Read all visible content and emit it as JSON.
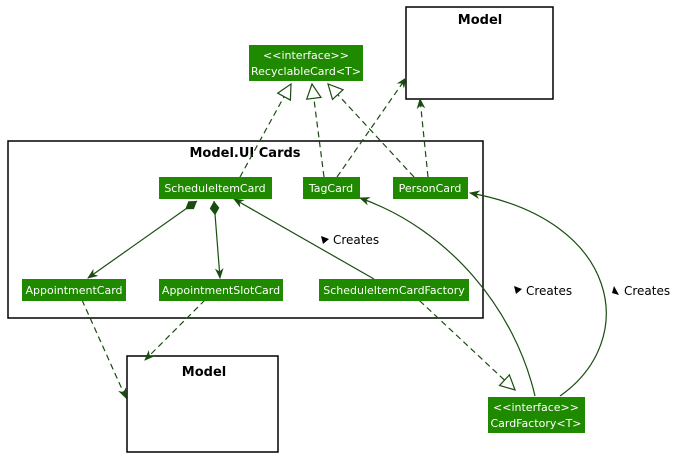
{
  "packages": {
    "model_top": "Model",
    "model_ui_cards": "Model.UI Cards",
    "model_bottom": "Model"
  },
  "nodes": {
    "recyclable_card": [
      "<<interface>>",
      "RecyclableCard<T>"
    ],
    "schedule_item_card": "ScheduleItemCard",
    "tag_card": "TagCard",
    "person_card": "PersonCard",
    "appointment_card": "AppointmentCard",
    "appointment_slot_card": "AppointmentSlotCard",
    "schedule_item_card_factory": "ScheduleItemCardFactory",
    "card_factory": [
      "<<interface>>",
      "CardFactory<T>"
    ]
  },
  "edge_labels": {
    "factory_creates": "Creates",
    "tag_creates": "Creates",
    "person_creates": "Creates"
  },
  "colors": {
    "node_fill": "#1f8a00",
    "edge": "#194d10"
  }
}
